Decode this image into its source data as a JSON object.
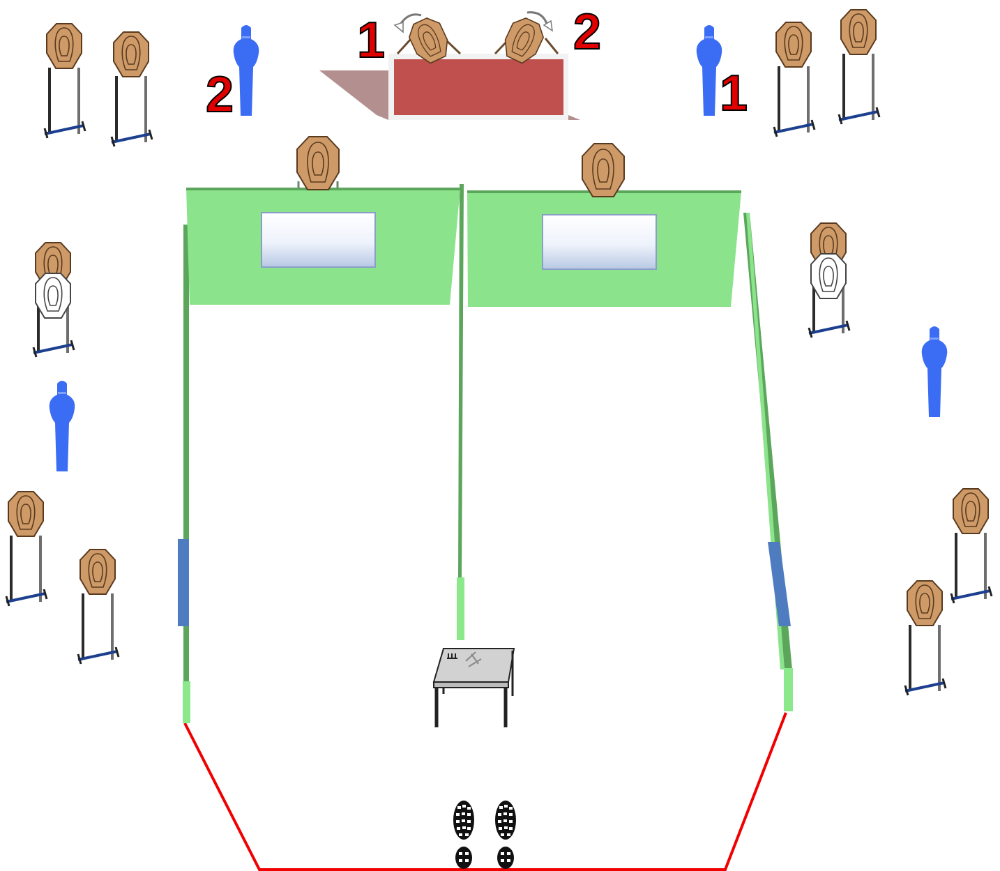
{
  "colors": {
    "target_fill": "#cd9a68",
    "target_stroke": "#5a3a1e",
    "steel_target": "#3a6cf4",
    "wall_green_dark": "#5ca65c",
    "wall_green_light": "#8be38b",
    "wall_port": "#8be88b",
    "window_blue": "#4f7cc0",
    "fault_line": "#f00000",
    "barricade_red": "#c0504d",
    "label_red": "#e00000"
  },
  "labels": {
    "swinger_left": "1",
    "swinger_right": "2",
    "popper_left": "2",
    "popper_right": "1"
  },
  "icons": {
    "paper_target": "paper-target-icon",
    "no_shoot": "no-shoot-target-icon",
    "popper": "steel-popper-icon",
    "table": "table-icon",
    "footprints": "footprints-icon",
    "rotate": "rotate-arrow-icon"
  }
}
